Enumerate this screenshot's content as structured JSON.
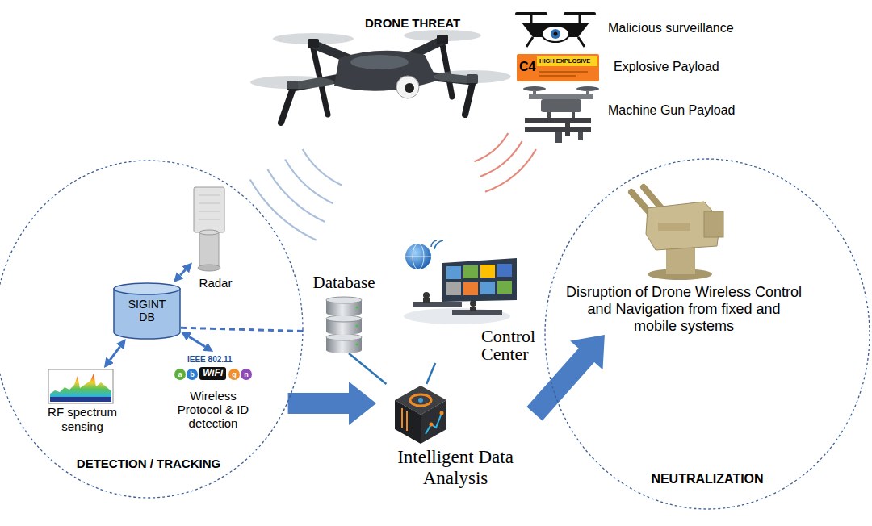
{
  "diagram": {
    "nodes": [
      {
        "text": [
          "DETECTION / TRACKING"
        ]
      },
      {
        "text": [
          "Radar"
        ],
        "in": 0
      },
      {
        "text": [
          "SIGINT DB"
        ],
        "in": 0
      },
      {
        "text": [
          "RF spectrum sensing"
        ],
        "in": 0
      },
      {
        "text": [
          "Wireless Protocol & ID detection"
        ],
        "in": 0
      },
      {
        "text": [
          "Database"
        ]
      },
      {
        "text": [
          "Control Center"
        ]
      },
      {
        "text": [
          "Intelligent Data Analysis"
        ]
      },
      {
        "text": [
          "NEUTRALIZATION"
        ]
      },
      {
        "text": [
          "Disruption of Drone Wireless Control and Navigation from fixed and mobile systems"
        ],
        "in": 8
      }
    ],
    "edges": [
      {
        "from": 2,
        "to": 1,
        "arrow": "both"
      },
      {
        "from": 2,
        "to": 3,
        "arrow": "both"
      },
      {
        "from": 2,
        "to": 4,
        "arrow": "both"
      },
      {
        "from": 2,
        "to": 5,
        "arrow": "none"
      },
      {
        "from": 5,
        "to": 7,
        "arrow": "none"
      },
      {
        "from": 6,
        "to": 7,
        "arrow": "none"
      },
      {
        "from": 0,
        "to": 7,
        "arrow": "to"
      },
      {
        "from": 7,
        "to": 9,
        "arrow": "to"
      }
    ],
    "labels": [
      "DRONE THREAT",
      "Malicious surveillance",
      "C4",
      "HIGH EXPLOSIVE",
      "Explosive Payload",
      "Machine Gun Payload",
      "IEEE 802.11",
      "a",
      "b",
      "WiFi",
      "g",
      "n"
    ]
  }
}
